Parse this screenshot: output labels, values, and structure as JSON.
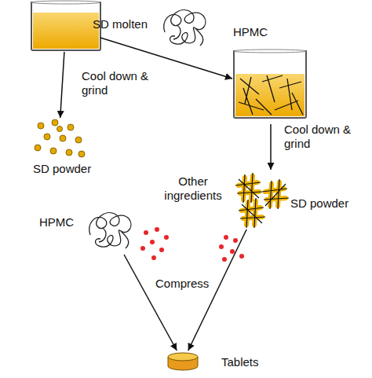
{
  "diagram": {
    "nodes": [
      {
        "text": [
          "SD molten"
        ]
      },
      {
        "text": [
          "HPMC"
        ]
      },
      {
        "text": [
          "SD powder"
        ]
      },
      {
        "text": [
          "SD powder"
        ]
      },
      {
        "text": [
          "HPMC"
        ]
      },
      {
        "text": [
          "Other ingredients"
        ]
      },
      {
        "text": [
          "Tablets"
        ]
      }
    ],
    "edges": [
      {
        "from": 0,
        "to": 2,
        "label": "Cool down & grind",
        "arrow": "to"
      },
      {
        "from": 4,
        "to": 6,
        "arrow": "to"
      },
      {
        "from": 3,
        "to": 6,
        "arrow": "to"
      }
    ],
    "labels": [
      "Cool down & grind",
      "Compress"
    ]
  }
}
